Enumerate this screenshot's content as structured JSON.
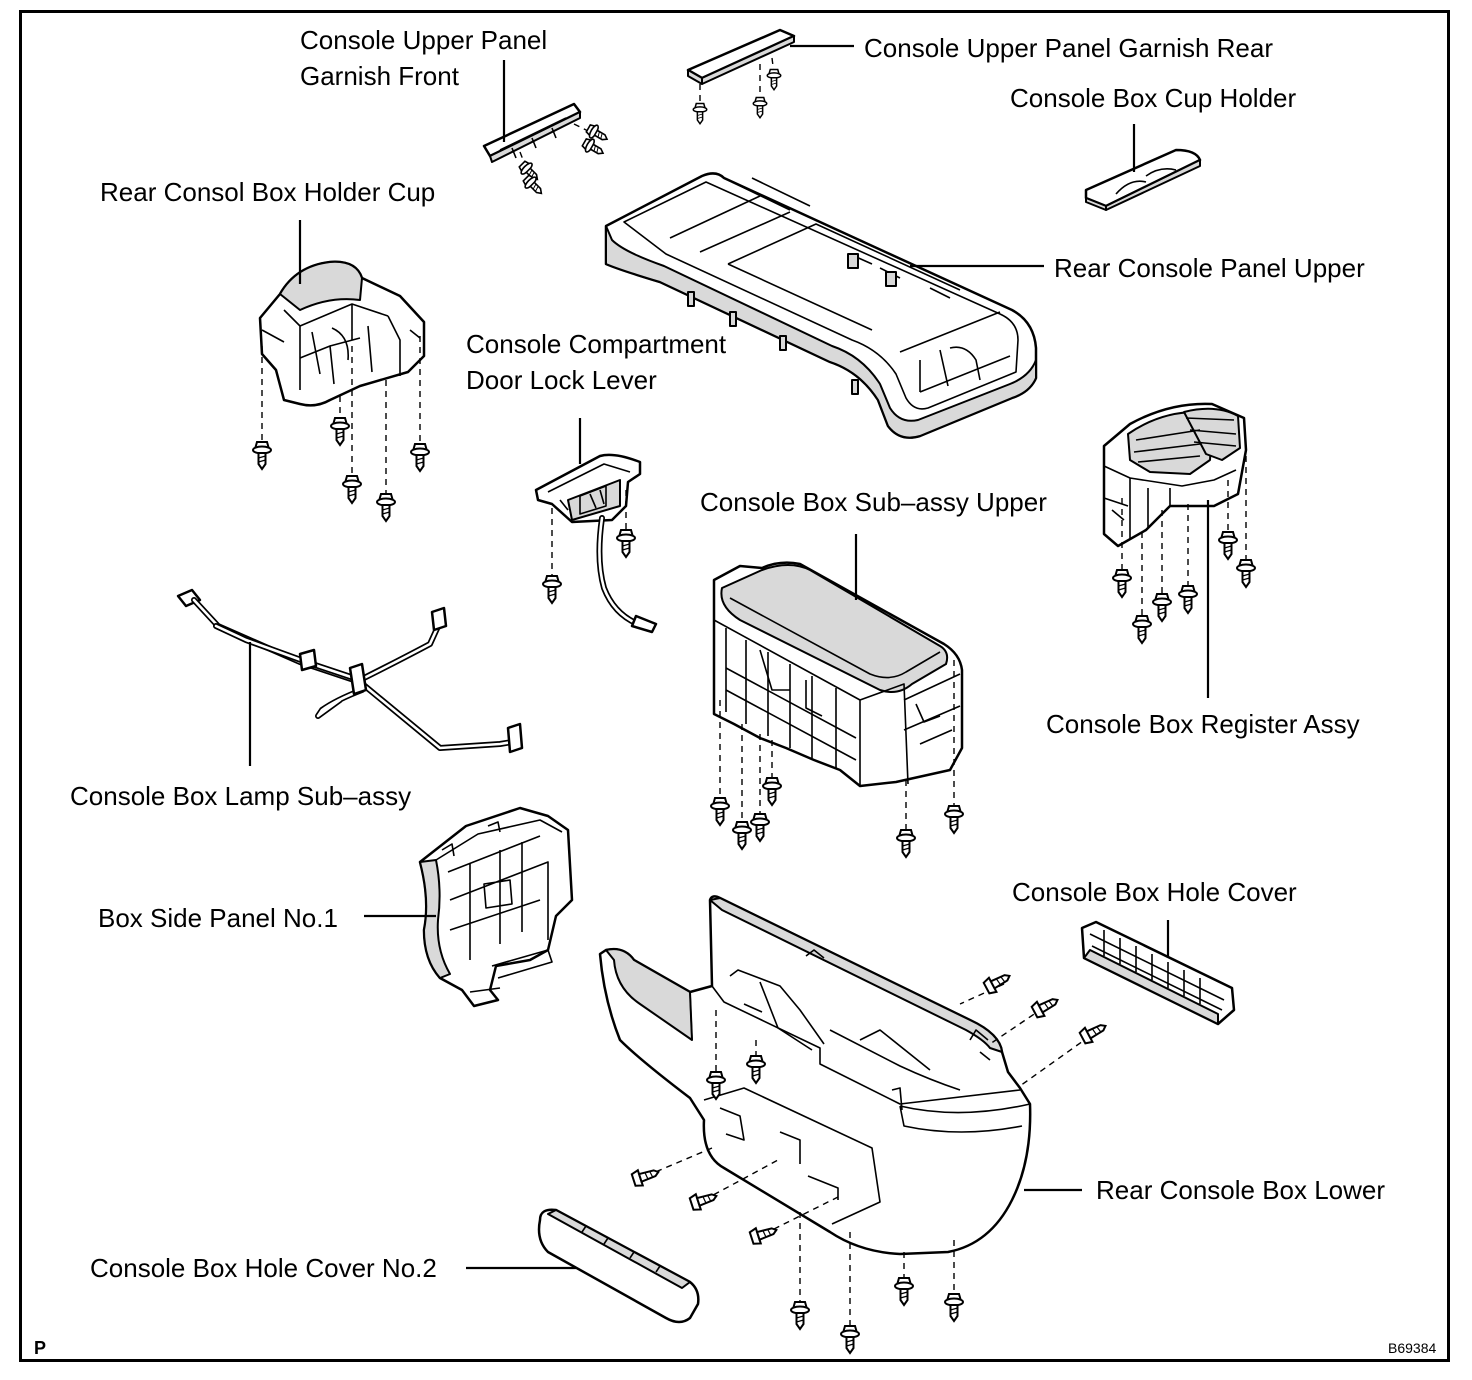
{
  "labels": {
    "upper_panel_garnish_front_1": "Console Upper Panel",
    "upper_panel_garnish_front_2": "Garnish Front",
    "upper_panel_garnish_rear": "Console Upper Panel Garnish Rear",
    "cup_holder": "Console Box Cup Holder",
    "rear_holder_cup": "Rear Consol Box Holder Cup",
    "panel_upper": "Rear Console Panel Upper",
    "door_lock_lever_1": "Console Compartment",
    "door_lock_lever_2": "Door Lock Lever",
    "box_upper": "Console Box Sub–assy Upper",
    "register_assy": "Console Box Register Assy",
    "lamp_sub_assy": "Console Box Lamp Sub–assy",
    "side_panel": "Box Side Panel No.1",
    "hole_cover": "Console Box Hole Cover",
    "box_lower": "Rear Console Box Lower",
    "hole_cover_2": "Console Box Hole Cover No.2"
  },
  "corner_mark": "P",
  "figure_code": "B69384"
}
